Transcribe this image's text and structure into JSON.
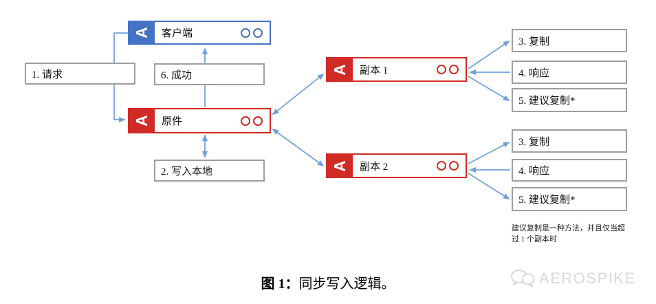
{
  "figure": {
    "nodes": {
      "client": "客户端",
      "master": "原件",
      "replica1": "副本 1",
      "replica2": "副本 2"
    },
    "steps": {
      "request": "1. 请求",
      "success": "6. 成功",
      "write_local": "2. 写入本地"
    },
    "replica_steps": [
      "3. 复制",
      "4. 响应",
      "5. 建议复制*"
    ],
    "footnote": {
      "line1": "建议复制是一种方法，并且仅当超",
      "line2": "过 1 个副本时"
    },
    "caption": {
      "prefix": "图 1：",
      "text": "同步写入逻辑。"
    },
    "watermark": "AEROSPIKE",
    "icons": {
      "node_badge": "aerospike-a-rotated",
      "record_copies": "two-outline-circles",
      "watermark_mark": "chat-bubbles"
    },
    "colors": {
      "client_blue": "#4472C4",
      "node_red": "#D02B24",
      "arrow_blue": "#6FA0DC",
      "border_gray": "#9E9E9E",
      "watermark_gray": "#D9D9D9"
    }
  }
}
